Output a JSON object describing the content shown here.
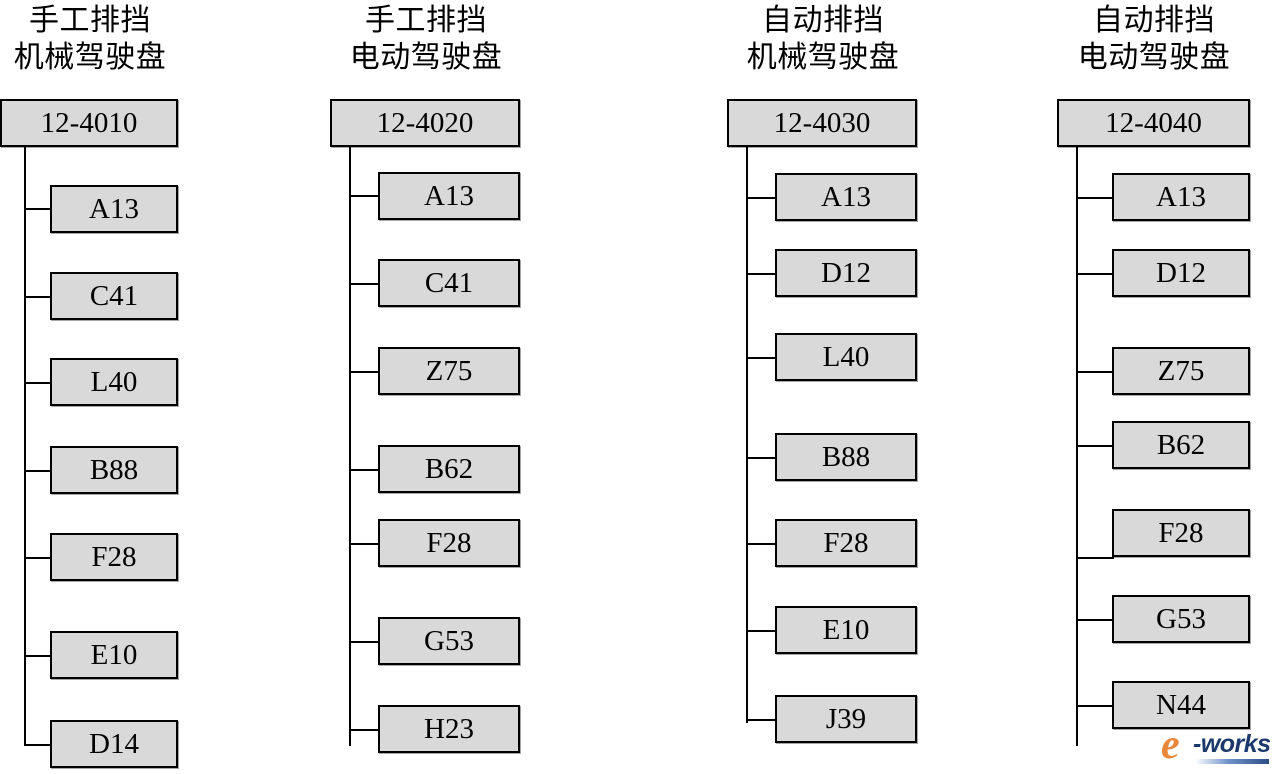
{
  "page": {
    "background_color": "#ffffff",
    "box_fill_color": "#d9d9d9",
    "box_border_color": "#000000",
    "text_color": "#000000"
  },
  "columns": [
    {
      "header_line1": "手工排挡",
      "header_line2": "机械驾驶盘",
      "root": "12-4010",
      "children": [
        "A13",
        "C41",
        "L40",
        "B88",
        "F28",
        "E10",
        "D14"
      ]
    },
    {
      "header_line1": "手工排挡",
      "header_line2": "电动驾驶盘",
      "root": "12-4020",
      "children": [
        "A13",
        "C41",
        "Z75",
        "B62",
        "F28",
        "G53",
        "H23"
      ]
    },
    {
      "header_line1": "自动排挡",
      "header_line2": "机械驾驶盘",
      "root": "12-4030",
      "children": [
        "A13",
        "D12",
        "L40",
        "B88",
        "F28",
        "E10",
        "J39"
      ]
    },
    {
      "header_line1": "自动排挡",
      "header_line2": "电动驾驶盘",
      "root": "12-4040",
      "children": [
        "A13",
        "D12",
        "Z75",
        "B62",
        "F28",
        "G53",
        "N44"
      ]
    }
  ],
  "watermark": {
    "e_text": "e",
    "works_text": "-works",
    "e_color": "#e8883a",
    "works_color": "#1b3a6b"
  }
}
